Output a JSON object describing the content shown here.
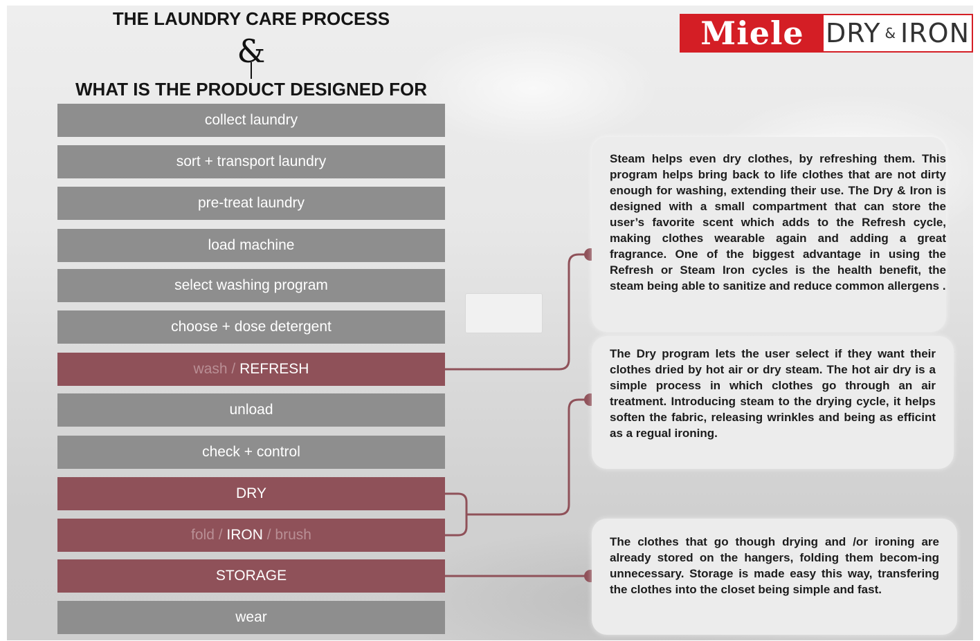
{
  "header": {
    "title_line1": "THE LAUNDRY CARE PROCESS",
    "ampersand": "&",
    "title_line2": "WHAT IS THE PRODUCT DESIGNED FOR"
  },
  "logo": {
    "brand": "Miele",
    "product_part1": "DRY",
    "product_amp": "&",
    "product_part2": "IRON"
  },
  "colors": {
    "step_gray": "#8e8e8e",
    "step_highlight": "#8f5159",
    "connector": "#8f5159",
    "logo_red": "#d41e25"
  },
  "steps": {
    "s1": "collect laundry",
    "s2": "sort + transport laundry",
    "s3": "pre-treat laundry",
    "s4": "load machine",
    "s5": "select washing program",
    "s6": "choose + dose detergent",
    "s7": {
      "muted": "wash / ",
      "strong": "REFRESH"
    },
    "s8": "unload",
    "s9": "check + control",
    "s10": "DRY",
    "s11": {
      "muted1": "fold / ",
      "strong": "IRON",
      "muted2": " / brush"
    },
    "s12": "STORAGE",
    "s13": "wear"
  },
  "bubbles": {
    "refresh": "Steam helps even dry clothes, by refreshing them. This program helps bring back to life clothes that are not dirty enough for washing, extending their use. The Dry & Iron is designed with a small compartment that can store the user’s favorite scent which adds to the Refresh cycle, making clothes wearable again and adding a great fragrance. One of the biggest advantage in using the Refresh or Steam Iron cycles is the health benefit, the steam being able to sanitize and reduce common allergens .",
    "dry": "The Dry program lets the user select if they want their clothes dried by hot air or dry steam. The hot air dry is a simple process in which clothes go through an air treatment. Introducing steam to the drying cycle, it helps soften the fabric, releasing wrinkles and being as efficint as a regual ironing.",
    "storage": "The clothes that go though drying and /or ironing are already stored on the hangers, folding them becom-ing unnecessary. Storage is made easy this way, transfering the clothes into the closet being simple and fast."
  }
}
